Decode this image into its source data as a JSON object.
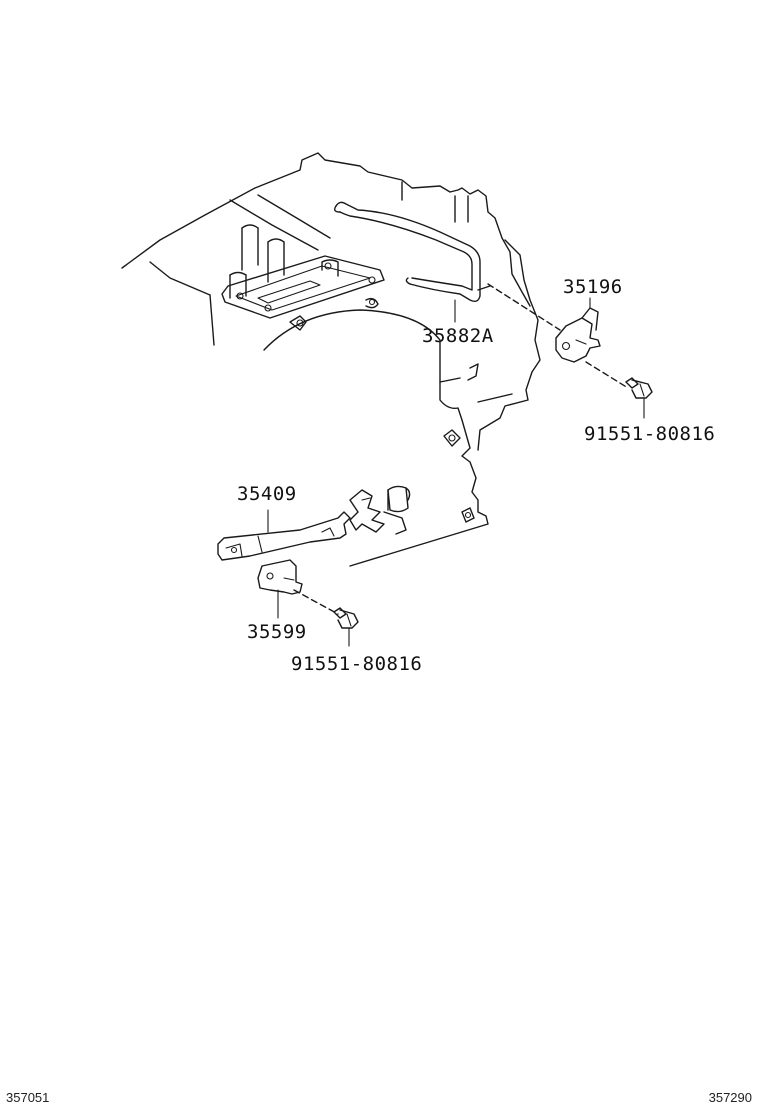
{
  "parts": [
    {
      "id": "p35196",
      "number": "35196"
    },
    {
      "id": "p35882A",
      "number": "35882A"
    },
    {
      "id": "p91551a",
      "number": "91551-80816"
    },
    {
      "id": "p35409",
      "number": "35409"
    },
    {
      "id": "p35599",
      "number": "35599"
    },
    {
      "id": "p91551b",
      "number": "91551-80816"
    }
  ],
  "footer": {
    "left_code": "357051",
    "right_code": "357290"
  },
  "colors": {
    "line": "#1a1a1a",
    "background": "#ffffff"
  }
}
